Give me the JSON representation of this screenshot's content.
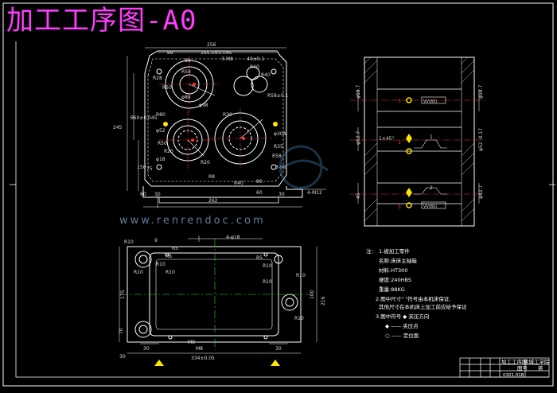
{
  "title": "加工工序图-A0",
  "watermark": "www.renrendoc.com",
  "colors": {
    "background": "#000000",
    "lines": "#ffffff",
    "title": "#ff3cff",
    "dim": "#dddddd",
    "center": "#ff3333",
    "marker": "#ffe600",
    "green": "#30d830",
    "watermark": "#7fa6c8"
  },
  "top_view": {
    "dims": [
      "256",
      "165.5±0.045",
      "88",
      "88",
      "3-M8",
      "40±0.1",
      "R40",
      "R40",
      "R58",
      "R58±0.1",
      "R28",
      "R50",
      "R80",
      "φ98",
      "φ88",
      "R50",
      "R20",
      "R30",
      "R35",
      "R58",
      "R20",
      "φ30A",
      "φ52",
      "φ18",
      "75",
      "R8",
      "R40",
      "80",
      "262",
      "245",
      "θ60±0.045",
      "150",
      "60",
      "30",
      "60",
      "30",
      "4-M12",
      "3-M8"
    ]
  },
  "section_view": {
    "labels": [
      "φ58.7",
      "φ58.7",
      "φ52.7",
      "φ42.7",
      "45",
      "φ52 -0.17",
      "1×45°",
      "VV(BS)",
      "VV(BS)",
      "1",
      "2",
      "3",
      "3",
      "3"
    ]
  },
  "bottom_view": {
    "dims": [
      "R10",
      "R5",
      "R6",
      "R10",
      "R10",
      "R10",
      "R5",
      "R10",
      "R10",
      "R10",
      "R10",
      "4-φ18",
      "9",
      "30",
      "30",
      "M8",
      "M8",
      "334±0.05",
      "70",
      "30",
      "175",
      "216",
      "100"
    ]
  },
  "notes": {
    "heading": "注：",
    "lines": [
      "1.被加工零件",
      "名称:床床主轴箱",
      "材料:HT300",
      "硬度:240HBS",
      "重量:88KG",
      "2.图中尺寸\"  \"符号由本机床保证,",
      "其他尺寸在本机床上加工前应给予保证",
      "3.图中符号 ◆ 夹压方向",
      "◆ —— 夹压点",
      "○ —— 定位面"
    ]
  },
  "title_block": {
    "line1": "加工工序图",
    "line2": "图号",
    "code": "0301.01B",
    "school": "盐城工学院",
    "student": "蒋"
  }
}
